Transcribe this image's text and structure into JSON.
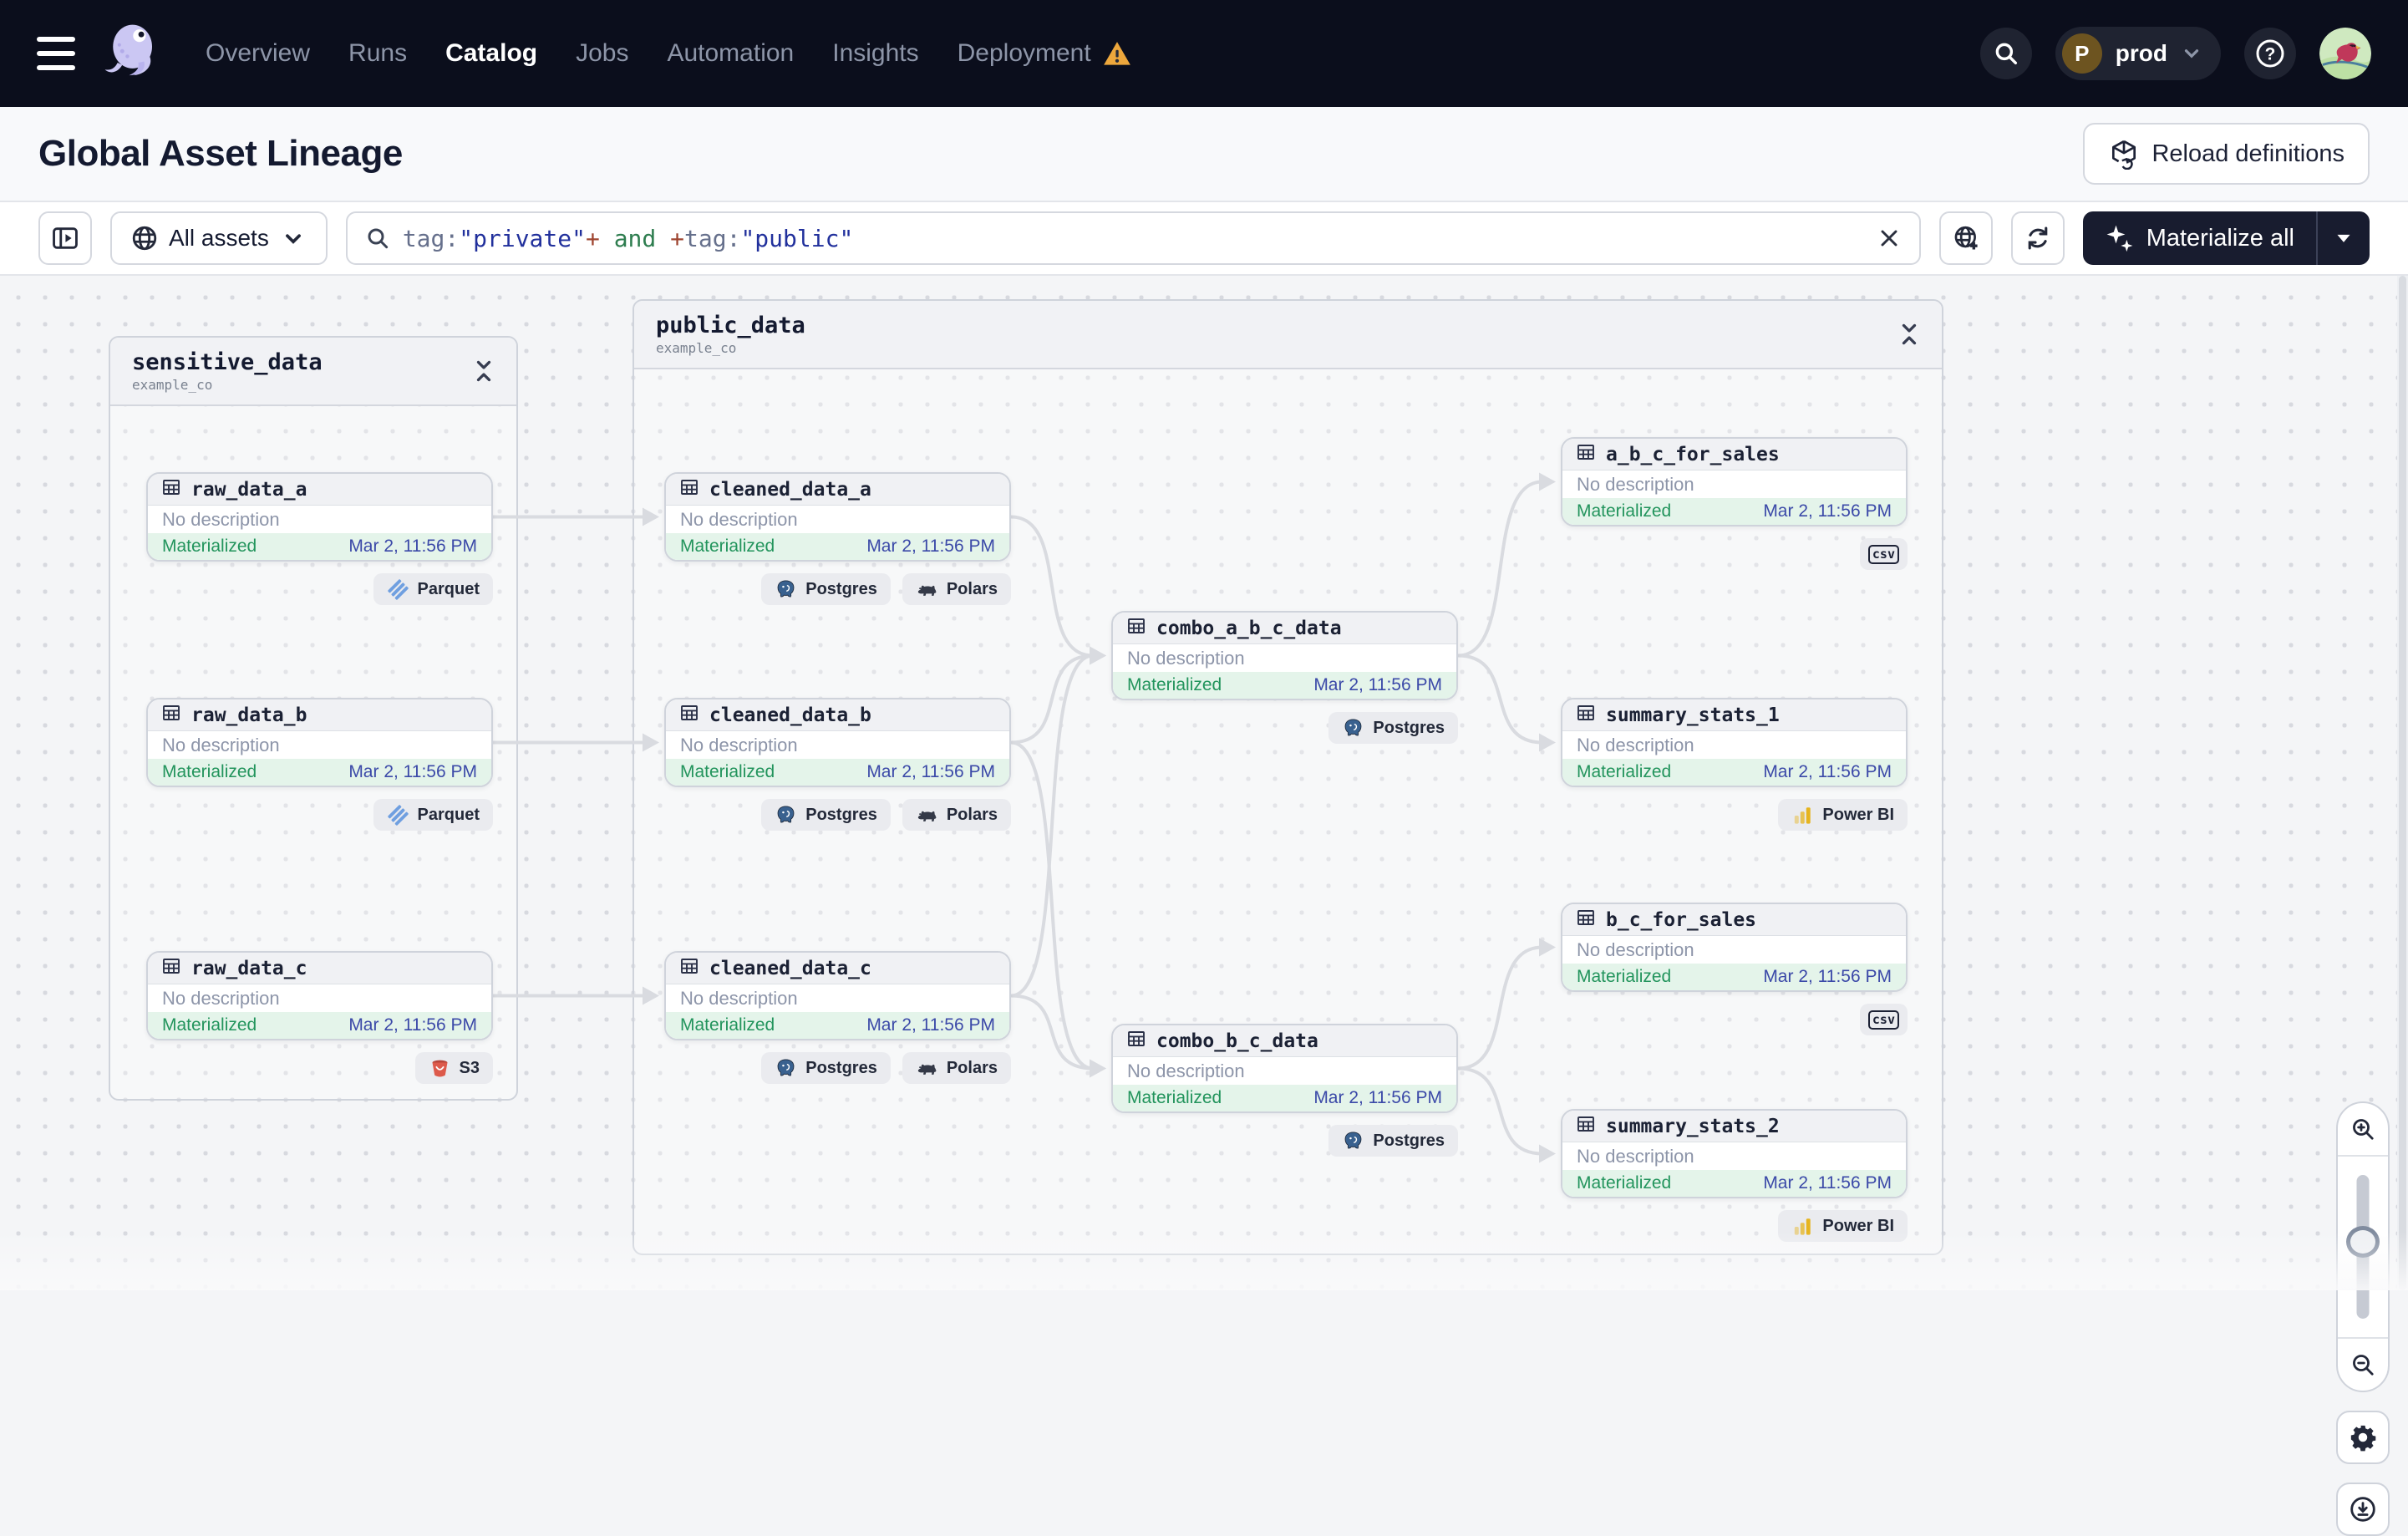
{
  "navbar": {
    "items": [
      {
        "label": "Overview",
        "active": false
      },
      {
        "label": "Runs",
        "active": false
      },
      {
        "label": "Catalog",
        "active": true
      },
      {
        "label": "Jobs",
        "active": false
      },
      {
        "label": "Automation",
        "active": false
      },
      {
        "label": "Insights",
        "active": false
      },
      {
        "label": "Deployment",
        "active": false,
        "warning": true
      }
    ],
    "environment": {
      "initial": "P",
      "name": "prod"
    }
  },
  "header": {
    "title": "Global Asset Lineage",
    "reload_label": "Reload definitions"
  },
  "toolbar": {
    "filter_label": "All assets",
    "search": {
      "value": "tag:\"private\"+ and +tag:\"public\"",
      "segments": [
        {
          "text": "tag:",
          "kind": "attr"
        },
        {
          "text": "\"private\"",
          "kind": "value"
        },
        {
          "text": "+",
          "kind": "op"
        },
        {
          "text": " and ",
          "kind": "bool"
        },
        {
          "text": "+",
          "kind": "op"
        },
        {
          "text": "tag:",
          "kind": "attr"
        },
        {
          "text": "\"public\"",
          "kind": "value"
        }
      ]
    },
    "materialize_label": "Materialize all"
  },
  "graph": {
    "groups": [
      {
        "name": "sensitive_data",
        "location": "example_co",
        "assets": [
          {
            "name": "raw_data_a",
            "description": "No description",
            "status": "Materialized",
            "last_materialized": "Mar 2, 11:56 PM",
            "tags": [
              "Parquet"
            ]
          },
          {
            "name": "raw_data_b",
            "description": "No description",
            "status": "Materialized",
            "last_materialized": "Mar 2, 11:56 PM",
            "tags": [
              "Parquet"
            ]
          },
          {
            "name": "raw_data_c",
            "description": "No description",
            "status": "Materialized",
            "last_materialized": "Mar 2, 11:56 PM",
            "tags": [
              "S3"
            ]
          }
        ]
      },
      {
        "name": "public_data",
        "location": "example_co",
        "assets": [
          {
            "name": "cleaned_data_a",
            "description": "No description",
            "status": "Materialized",
            "last_materialized": "Mar 2, 11:56 PM",
            "tags": [
              "Postgres",
              "Polars"
            ]
          },
          {
            "name": "cleaned_data_b",
            "description": "No description",
            "status": "Materialized",
            "last_materialized": "Mar 2, 11:56 PM",
            "tags": [
              "Postgres",
              "Polars"
            ]
          },
          {
            "name": "cleaned_data_c",
            "description": "No description",
            "status": "Materialized",
            "last_materialized": "Mar 2, 11:56 PM",
            "tags": [
              "Postgres",
              "Polars"
            ]
          },
          {
            "name": "combo_a_b_c_data",
            "description": "No description",
            "status": "Materialized",
            "last_materialized": "Mar 2, 11:56 PM",
            "tags": [
              "Postgres"
            ]
          },
          {
            "name": "combo_b_c_data",
            "description": "No description",
            "status": "Materialized",
            "last_materialized": "Mar 2, 11:56 PM",
            "tags": [
              "Postgres"
            ]
          },
          {
            "name": "a_b_c_for_sales",
            "description": "No description",
            "status": "Materialized",
            "last_materialized": "Mar 2, 11:56 PM",
            "tags": [
              "csv"
            ]
          },
          {
            "name": "summary_stats_1",
            "description": "No description",
            "status": "Materialized",
            "last_materialized": "Mar 2, 11:56 PM",
            "tags": [
              "Power BI"
            ]
          },
          {
            "name": "b_c_for_sales",
            "description": "No description",
            "status": "Materialized",
            "last_materialized": "Mar 2, 11:56 PM",
            "tags": [
              "csv"
            ]
          },
          {
            "name": "summary_stats_2",
            "description": "No description",
            "status": "Materialized",
            "last_materialized": "Mar 2, 11:56 PM",
            "tags": [
              "Power BI"
            ]
          }
        ]
      }
    ],
    "edges": [
      {
        "from": "raw_data_a",
        "to": "cleaned_data_a"
      },
      {
        "from": "raw_data_b",
        "to": "cleaned_data_b"
      },
      {
        "from": "raw_data_c",
        "to": "cleaned_data_c"
      },
      {
        "from": "cleaned_data_a",
        "to": "combo_a_b_c_data"
      },
      {
        "from": "cleaned_data_b",
        "to": "combo_a_b_c_data"
      },
      {
        "from": "cleaned_data_c",
        "to": "combo_a_b_c_data"
      },
      {
        "from": "cleaned_data_b",
        "to": "combo_b_c_data"
      },
      {
        "from": "cleaned_data_c",
        "to": "combo_b_c_data"
      },
      {
        "from": "combo_a_b_c_data",
        "to": "a_b_c_for_sales"
      },
      {
        "from": "combo_a_b_c_data",
        "to": "summary_stats_1"
      },
      {
        "from": "combo_b_c_data",
        "to": "b_c_for_sales"
      },
      {
        "from": "combo_b_c_data",
        "to": "summary_stats_2"
      }
    ]
  },
  "right_controls": [
    "zoom-in",
    "zoom-slider",
    "zoom-out",
    "settings",
    "download"
  ],
  "colors": {
    "navbar_bg": "#0b0e1c",
    "materialized_green": "#22945c",
    "timestamp_indigo": "#3b49a8",
    "warning_amber": "#eda73c",
    "edge_gray": "#d9dbe0",
    "parquet_blue": "#6f9fe0",
    "s3_red": "#dd5a4b",
    "powerbi_yellow": "#e6b41e"
  }
}
